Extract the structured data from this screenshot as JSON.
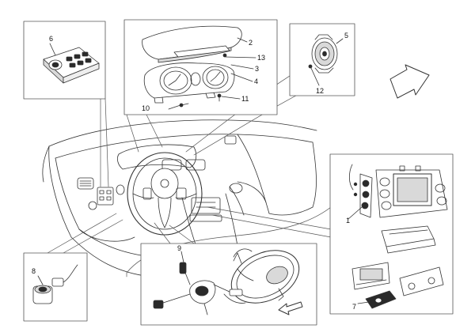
{
  "diagram": {
    "callouts": {
      "c1": "1",
      "c2": "2",
      "c3": "3",
      "c4": "4",
      "c5": "5",
      "c6": "6",
      "c7": "7",
      "c8": "8",
      "c9": "9",
      "c10": "10",
      "c11": "11",
      "c12": "12",
      "c13": "13"
    }
  },
  "colors": {
    "line": "#333333",
    "frame": "#555555",
    "fill": "#ffffff",
    "shade": "#d9d9d9",
    "dark": "#2a2a2a"
  },
  "icons": {
    "orientation": "direction-arrow-icon",
    "assembly": "direction-arrow-icon"
  }
}
